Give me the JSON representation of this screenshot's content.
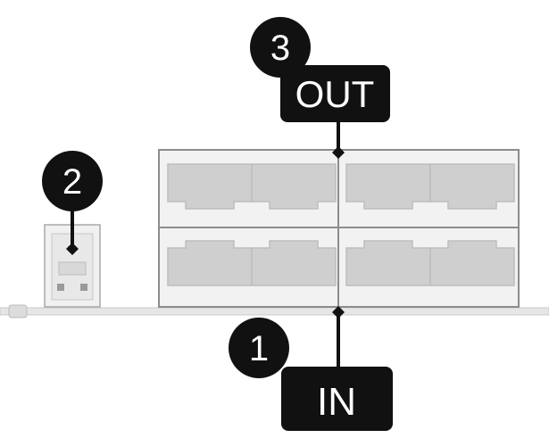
{
  "callouts": {
    "out": {
      "number": "3",
      "label": "OUT"
    },
    "device": {
      "number": "2"
    },
    "in": {
      "number": "1",
      "label": "IN"
    }
  },
  "colors": {
    "background": "#ffffff",
    "callout_fill": "#111111",
    "callout_text": "#ffffff",
    "panel_face": "#ececec",
    "panel_border": "#8c8c8c",
    "port_fill": "#cfcfcf",
    "rail": "#d6d6d6",
    "connector_line": "#111111"
  },
  "icons": {
    "patch_panel": "rj45-jack-array-icon",
    "device": "wall-module-icon",
    "connector": "pointer-line-icon"
  }
}
